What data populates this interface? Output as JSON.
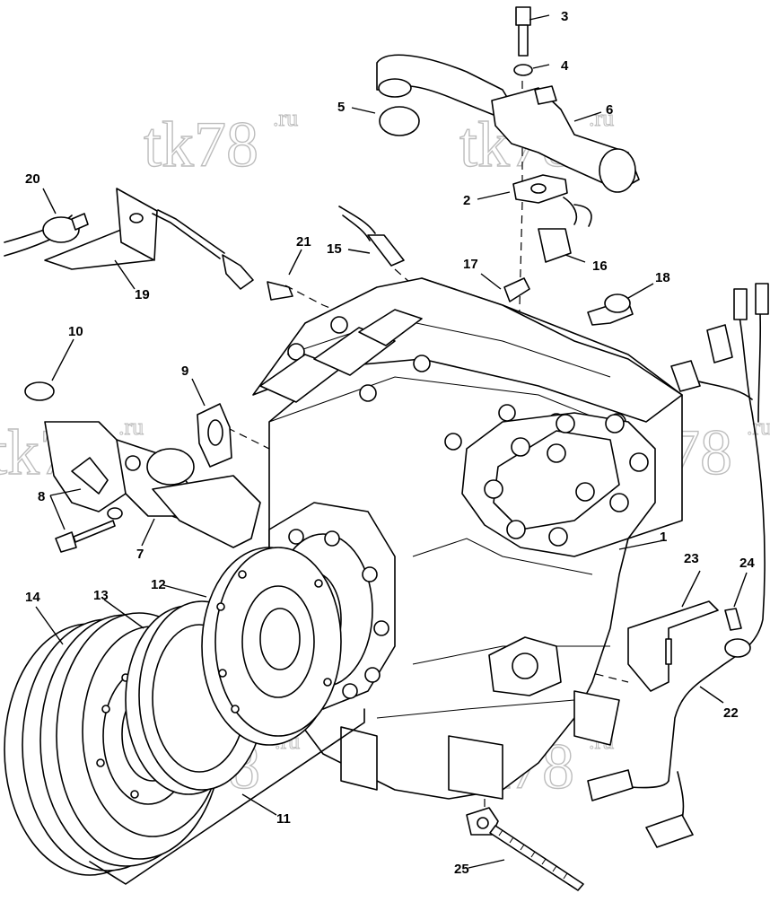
{
  "watermark": {
    "text": "tk78",
    "suffix": ".ru"
  },
  "callouts": [
    {
      "id": "1",
      "label": "1"
    },
    {
      "id": "2",
      "label": "2"
    },
    {
      "id": "3",
      "label": "3"
    },
    {
      "id": "4",
      "label": "4"
    },
    {
      "id": "5",
      "label": "5"
    },
    {
      "id": "6",
      "label": "6"
    },
    {
      "id": "7",
      "label": "7"
    },
    {
      "id": "8",
      "label": "8"
    },
    {
      "id": "9",
      "label": "9"
    },
    {
      "id": "10",
      "label": "10"
    },
    {
      "id": "11",
      "label": "11"
    },
    {
      "id": "12",
      "label": "12"
    },
    {
      "id": "13",
      "label": "13"
    },
    {
      "id": "14",
      "label": "14"
    },
    {
      "id": "15",
      "label": "15"
    },
    {
      "id": "16",
      "label": "16"
    },
    {
      "id": "17",
      "label": "17"
    },
    {
      "id": "18",
      "label": "18"
    },
    {
      "id": "19",
      "label": "19"
    },
    {
      "id": "20",
      "label": "20"
    },
    {
      "id": "21",
      "label": "21"
    },
    {
      "id": "22",
      "label": "22"
    },
    {
      "id": "23",
      "label": "23"
    },
    {
      "id": "24",
      "label": "24"
    },
    {
      "id": "25",
      "label": "25"
    }
  ]
}
